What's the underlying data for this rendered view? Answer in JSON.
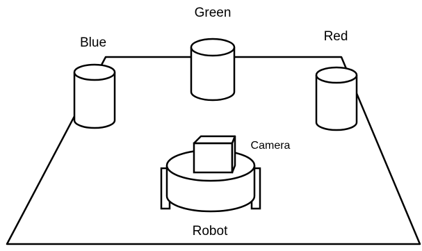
{
  "labels": {
    "green": "Green",
    "blue": "Blue",
    "red": "Red",
    "camera": "Camera",
    "robot": "Robot"
  },
  "colors": {
    "stroke": "#000000",
    "fill": "#ffffff",
    "background": "#ffffff"
  }
}
